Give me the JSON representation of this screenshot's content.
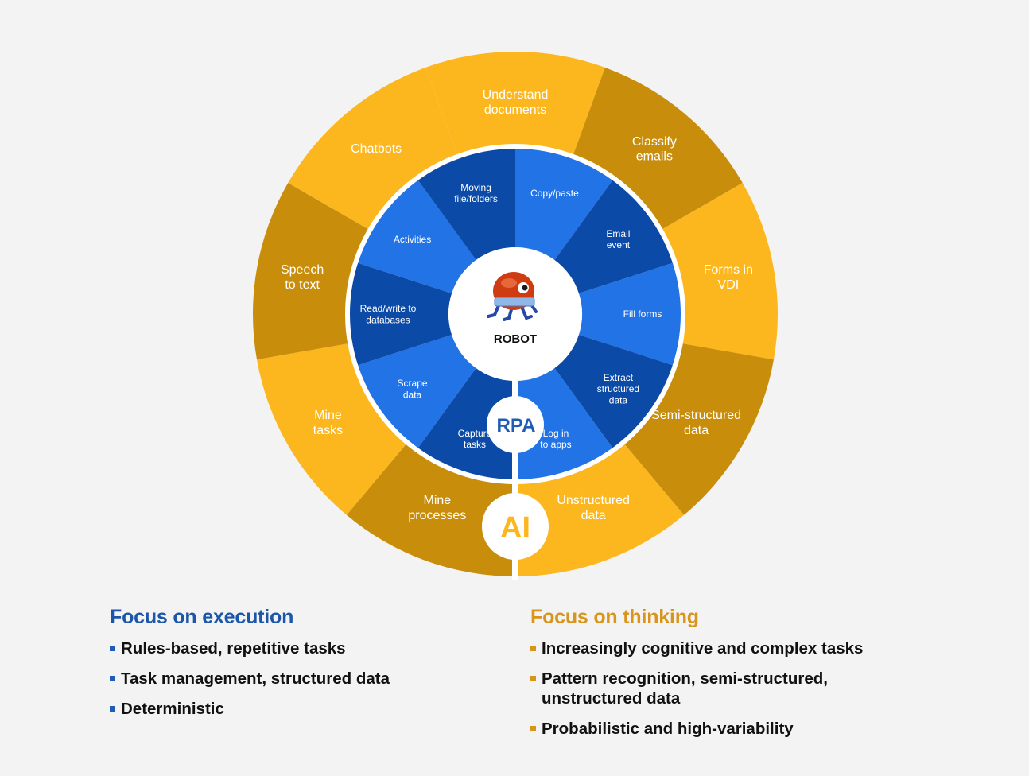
{
  "wheel": {
    "center_label": "ROBOT",
    "rpa_label": "RPA",
    "ai_label": "AI",
    "outer_segments": [
      "Understand\ndocuments",
      "Classify\nemails",
      "Forms in\nVDI",
      "Semi-structured\ndata",
      "Unstructured\ndata",
      "Mine\nprocesses",
      "Mine\ntasks",
      "Speech\nto text",
      "Chatbots"
    ],
    "inner_segments": [
      "Copy/paste",
      "Email\nevent",
      "Fill forms",
      "Extract\nstructured\ndata",
      "Log in\nto apps",
      "Capture\ntasks",
      "Scrape\ndata",
      "Read/write to\ndatabases",
      "Activities",
      "Moving\nfile/folders"
    ],
    "colors": {
      "outer_light": "#fcb71e",
      "outer_dark": "#c98d0c",
      "inner_light": "#2173e6",
      "inner_dark": "#0c4aa7",
      "rpa_text": "#1f5cb5",
      "ai_text": "#fcb71e"
    }
  },
  "left_column": {
    "heading": "Focus on execution",
    "items": [
      "Rules-based, repetitive tasks",
      "Task management, structured data",
      "Deterministic"
    ]
  },
  "right_column": {
    "heading": "Focus on thinking",
    "items": [
      "Increasingly cognitive and complex tasks",
      "Pattern recognition, semi-structured, unstructured data",
      "Probabilistic and high-variability"
    ]
  }
}
